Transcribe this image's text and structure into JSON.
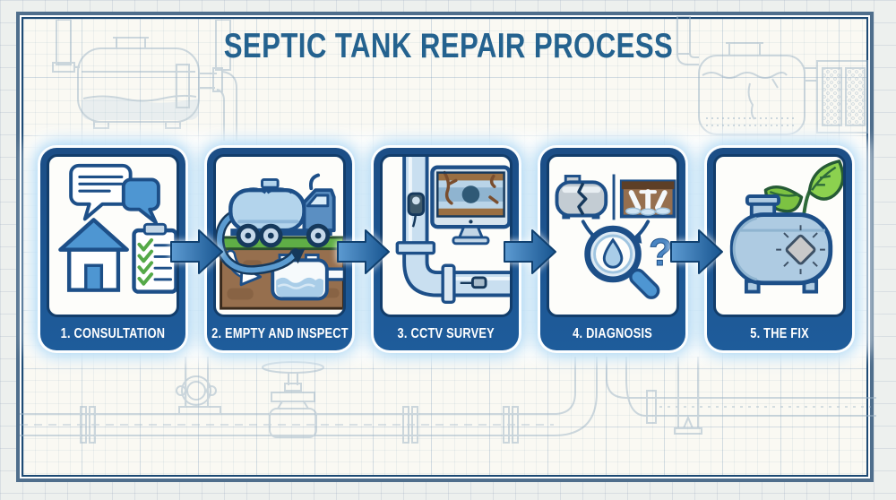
{
  "title": "SEPTIC TANK REPAIR PROCESS",
  "steps": [
    {
      "label": "1. CONSULTATION",
      "icon": "speech-bubbles-house-checklist-icon"
    },
    {
      "label": "2. EMPTY AND INSPECT",
      "icon": "vacuum-tanker-truck-septic-tank-icon"
    },
    {
      "label": "3. CCTV SURVEY",
      "icon": "drain-camera-monitor-icon"
    },
    {
      "label": "4. DIAGNOSIS",
      "icon": "magnifying-glass-cracked-tank-icon",
      "annotation": "?"
    },
    {
      "label": "5. THE FIX",
      "icon": "repaired-tank-new-leaves-icon"
    }
  ],
  "colors": {
    "title_blue": "#24628f",
    "card_border_navy": "#123d6b",
    "footer_band_blue": "#1e5c9b",
    "arrow_blue": "#2a6cb0",
    "grass_green": "#5fae46",
    "soil_brown": "#966f4e",
    "leaf_green": "#7cc242",
    "check_green": "#55a948",
    "water_blue": "#a9cde8"
  }
}
